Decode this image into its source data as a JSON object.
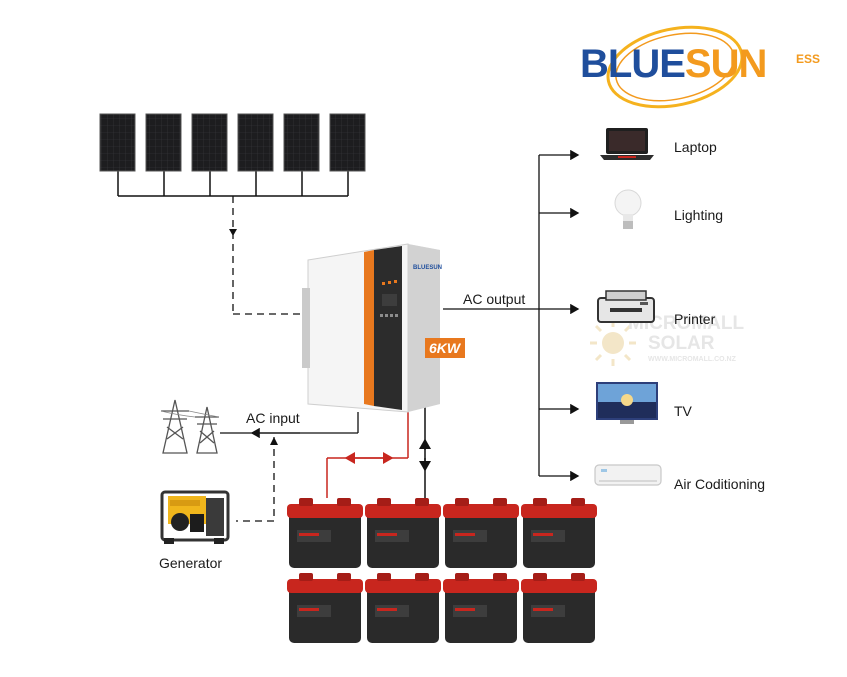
{
  "brand": {
    "part1": "BLUE",
    "part2": "SUN",
    "suffix": "ESS",
    "colors": {
      "blue": "#1f4e9c",
      "orange": "#f39a1e"
    }
  },
  "inverter": {
    "brand": "BLUESUN",
    "power_badge": "6KW",
    "colors": {
      "accent": "#e8781e",
      "panel": "#2c2c2c",
      "body": "#f2f2f2"
    }
  },
  "labels": {
    "ac_output": "AC output",
    "ac_input": "AC input",
    "generator": "Generator"
  },
  "loads": [
    "Laptop",
    "Lighting",
    "Printer",
    "TV",
    "Air Coditioning"
  ],
  "watermark": {
    "line1": "MICROMALL",
    "line2": "SOLAR",
    "line3": "WWW.MICROMALL.CO.NZ"
  },
  "battery_colors": {
    "top": "#c8261e",
    "body": "#2a2a2a"
  },
  "icons": [
    "solar-panel-icon",
    "inverter-icon",
    "power-tower-icon",
    "generator-icon",
    "battery-icon",
    "laptop-icon",
    "bulb-icon",
    "printer-icon",
    "tv-icon",
    "air-conditioner-icon"
  ]
}
